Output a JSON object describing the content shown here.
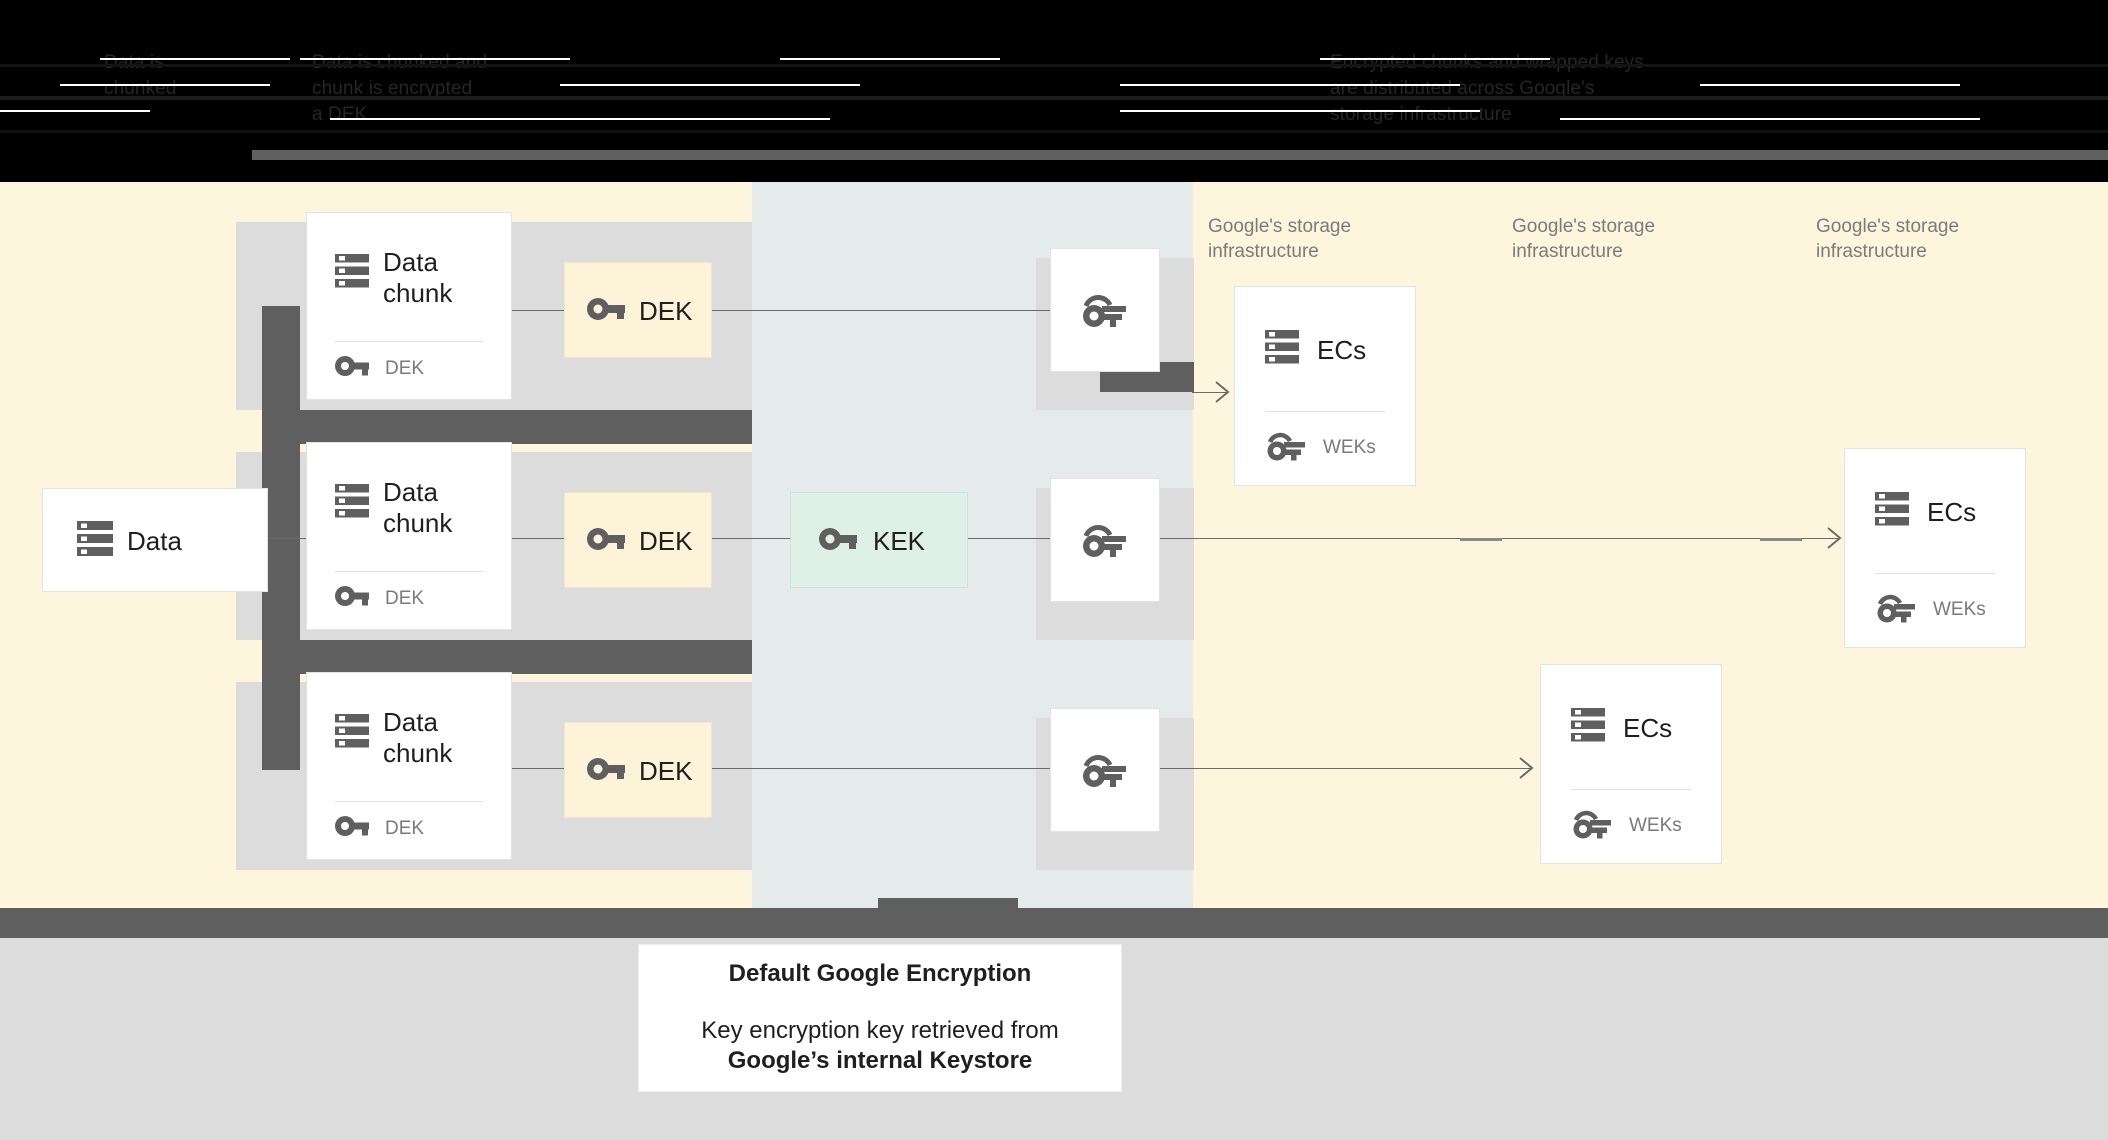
{
  "header": {
    "obscured": true,
    "note": "redacted dark text band",
    "lines": [
      "Data is",
      "chunked",
      "Data is chunked and",
      "chunk is encrypted",
      "a DEK",
      "Encrypted chunks and wrapped keys",
      "are distributed across Google's",
      "storage infrastructure"
    ]
  },
  "columns": {
    "left_label": "",
    "middle_label": "",
    "storage_label": "Google's storage infrastructure"
  },
  "nodes": {
    "data": {
      "label": "Data",
      "icon": "server-icon"
    },
    "chunks": [
      {
        "title_line1": "Data",
        "title_line2": "chunk",
        "icon": "server-icon",
        "key_label": "DEK",
        "key_icon": "key-icon"
      },
      {
        "title_line1": "Data",
        "title_line2": "chunk",
        "icon": "server-icon",
        "key_label": "DEK",
        "key_icon": "key-icon"
      },
      {
        "title_line1": "Data",
        "title_line2": "chunk",
        "icon": "server-icon",
        "key_label": "DEK",
        "key_icon": "key-icon"
      }
    ],
    "deks": [
      {
        "label": "DEK",
        "icon": "key-icon"
      },
      {
        "label": "DEK",
        "icon": "key-icon"
      },
      {
        "label": "DEK",
        "icon": "key-icon"
      }
    ],
    "kek": {
      "label": "KEK",
      "icon": "key-icon"
    },
    "wrapped_keys": [
      {
        "label": "",
        "icon": "wrapped-key-icon"
      },
      {
        "label": "",
        "icon": "wrapped-key-icon"
      },
      {
        "label": "",
        "icon": "wrapped-key-icon"
      }
    ],
    "ecs": [
      {
        "label": "ECs",
        "icon": "server-icon",
        "key_label": "WEKs",
        "key_icon": "wrapped-key-icon"
      },
      {
        "label": "ECs",
        "icon": "server-icon",
        "key_label": "WEKs",
        "key_icon": "wrapped-key-icon"
      },
      {
        "label": "ECs",
        "icon": "server-icon",
        "key_label": "WEKs",
        "key_icon": "wrapped-key-icon"
      }
    ]
  },
  "storage_captions": [
    "Google's storage infrastructure",
    "Google's storage infrastructure",
    "Google's storage infrastructure"
  ],
  "footer": {
    "title": "Default Google Encryption",
    "line1": "Key encryption key retrieved from",
    "line2": "Google’s internal Keystore"
  },
  "colors": {
    "cream": "#fdf6dd",
    "blue_grey": "#e5eaeb",
    "mint": "#dff0e6",
    "rail": "#5f5f5f",
    "grey_panel": "#dcdcdc",
    "icon": "#5f5f5f",
    "text": "#1f1f1f",
    "muted": "#7b7b7b"
  }
}
